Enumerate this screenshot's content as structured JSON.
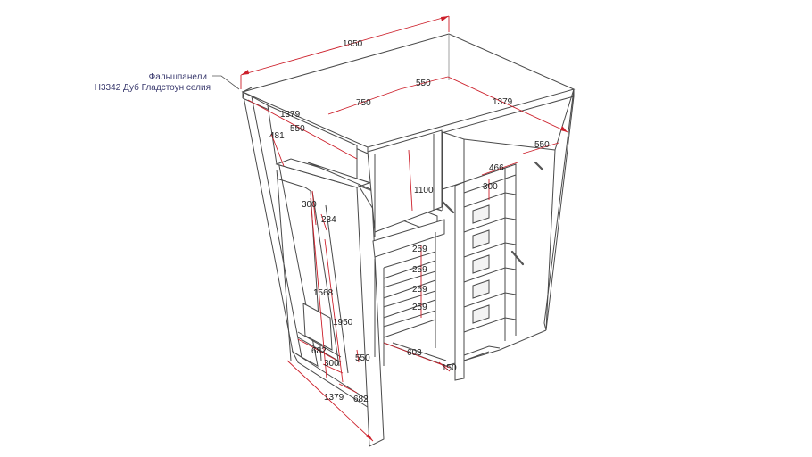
{
  "note": {
    "line1": "Фальшпанели",
    "line2": "Н3342 Дуб Гладстоун селия"
  },
  "dimensions": [
    {
      "id": "top-width",
      "label": "1950"
    },
    {
      "id": "top-550-center",
      "label": "550"
    },
    {
      "id": "top-750",
      "label": "750"
    },
    {
      "id": "top-1379-right",
      "label": "1379"
    },
    {
      "id": "left-1379",
      "label": "1379"
    },
    {
      "id": "left-550",
      "label": "550"
    },
    {
      "id": "right-550",
      "label": "550"
    },
    {
      "id": "top-481",
      "label": "481"
    },
    {
      "id": "right-466",
      "label": "466"
    },
    {
      "id": "right-300-top",
      "label": "300"
    },
    {
      "id": "center-1100",
      "label": "1100"
    },
    {
      "id": "left-300",
      "label": "300"
    },
    {
      "id": "left-234",
      "label": "234"
    },
    {
      "id": "shelf-259-a",
      "label": "259"
    },
    {
      "id": "shelf-259-b",
      "label": "259"
    },
    {
      "id": "shelf-259-c",
      "label": "259"
    },
    {
      "id": "shelf-259-d",
      "label": "259"
    },
    {
      "id": "left-1568",
      "label": "1568"
    },
    {
      "id": "left-1950",
      "label": "1950"
    },
    {
      "id": "bottom-682-a",
      "label": "682"
    },
    {
      "id": "bottom-300",
      "label": "300"
    },
    {
      "id": "bottom-550",
      "label": "550"
    },
    {
      "id": "bottom-603",
      "label": "603"
    },
    {
      "id": "bottom-150",
      "label": "150"
    },
    {
      "id": "bottom-1379",
      "label": "1379"
    },
    {
      "id": "bottom-682-b",
      "label": "682"
    }
  ]
}
